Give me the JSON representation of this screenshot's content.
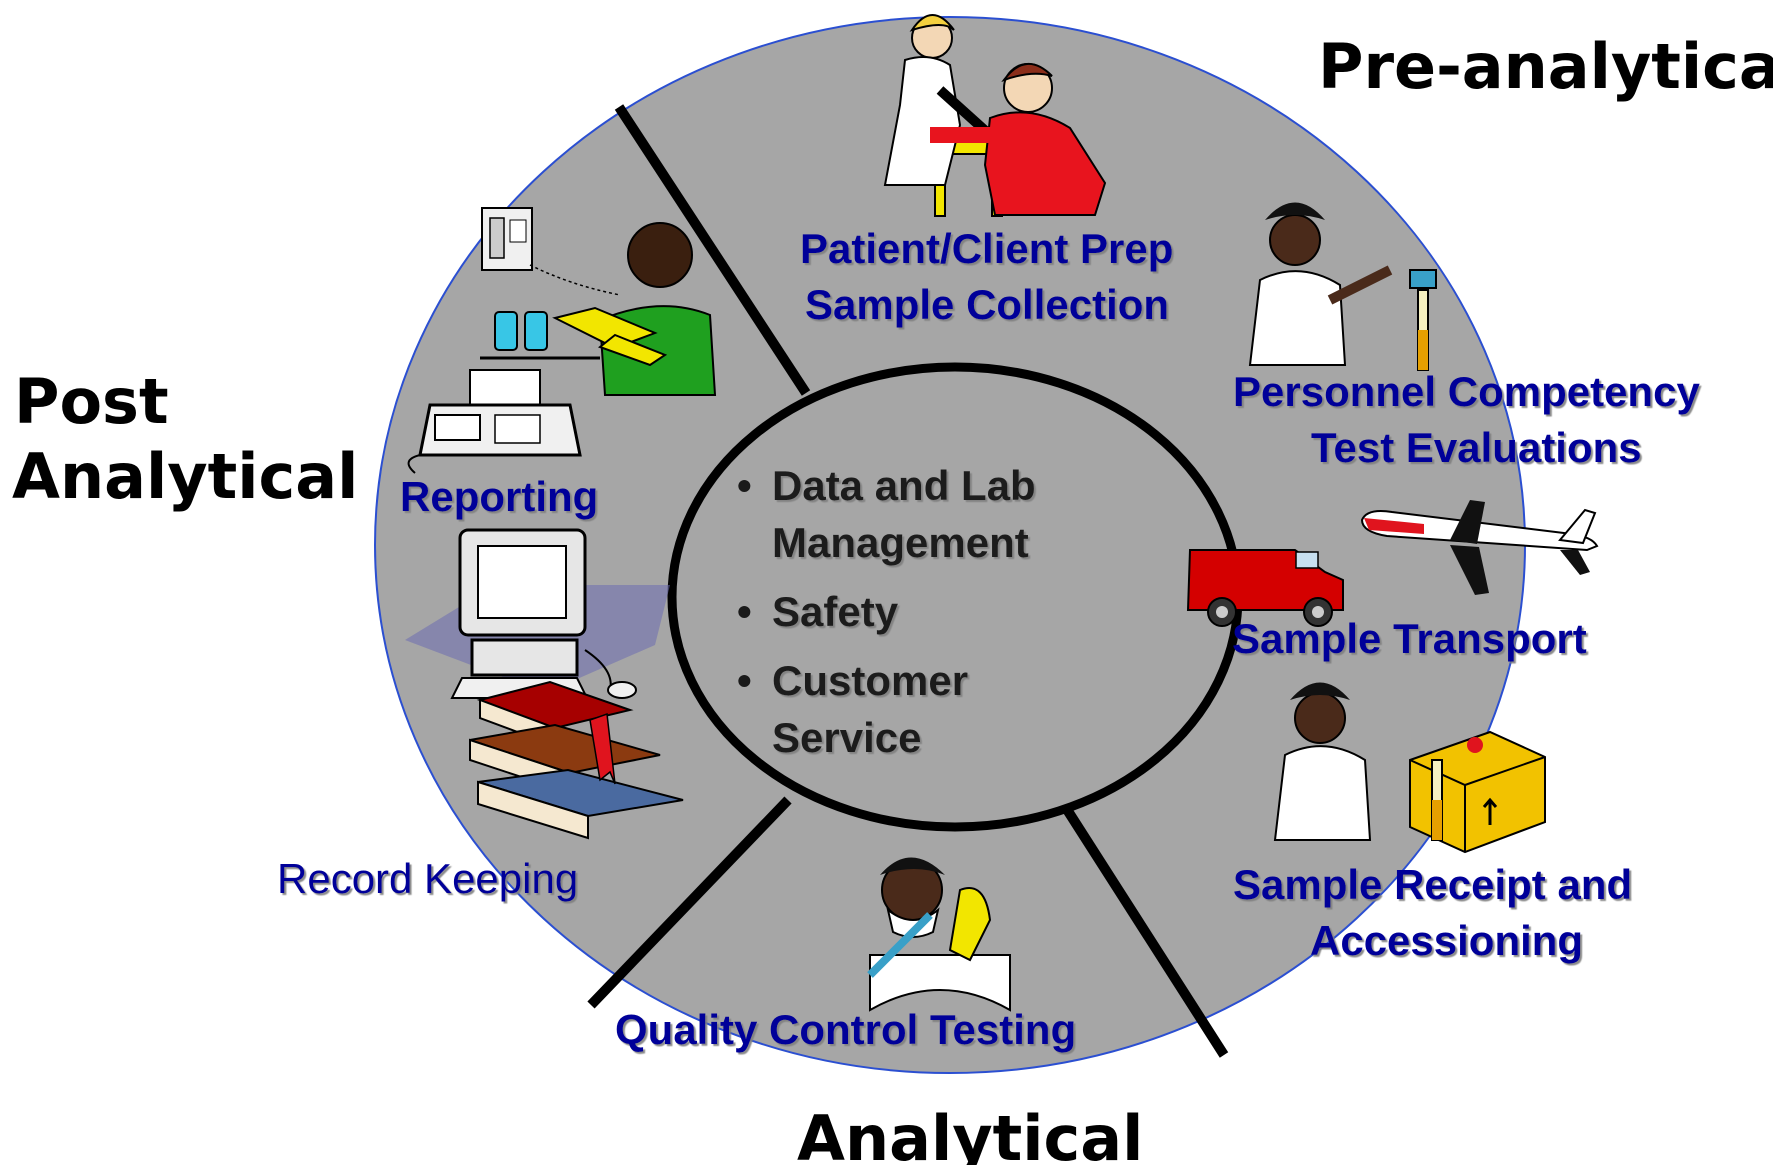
{
  "phases": {
    "pre_analytical": "Pre-analytical",
    "post_analytical_line1": "Post",
    "post_analytical_line2": "Analytical",
    "analytical": "Analytical"
  },
  "labels": {
    "patient_prep_line1": "Patient/Client Prep",
    "patient_prep_line2": "Sample Collection",
    "personnel_line1": "Personnel Competency",
    "personnel_line2": "Test Evaluations",
    "sample_transport": "Sample Transport",
    "sample_receipt_line1": "Sample Receipt and",
    "sample_receipt_line2": "Accessioning",
    "quality_control": "Quality Control Testing",
    "record_keeping": "Record Keeping",
    "reporting": "Reporting"
  },
  "center": {
    "bullet": "•",
    "item1_line1": "Data and Lab",
    "item1_line2": "Management",
    "item2": "Safety",
    "item3_line1": "Customer",
    "item3_line2": "Service"
  },
  "colors": {
    "disk": "#a6a6a6",
    "disk_stroke": "#2b4fd1",
    "label_text": "#000099",
    "phase_text": "#000000"
  },
  "icons": [
    "phlebotomy-clipart-icon",
    "technician-pipette-icon",
    "delivery-van-icon",
    "airplane-icon",
    "sample-receipt-box-icon",
    "qc-technician-mask-icon",
    "computer-icon",
    "books-stack-icon",
    "fax-machine-icon",
    "telephone-icon",
    "doctor-phone-icon",
    "sample-bottles-icon"
  ]
}
